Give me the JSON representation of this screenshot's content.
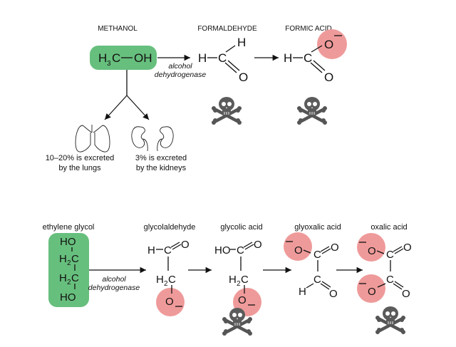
{
  "colors": {
    "green": "#67bf7d",
    "red": "#ef9a9a",
    "ink": "#111111"
  },
  "top": {
    "methanol": {
      "label": "METHANOL",
      "H": "H",
      "three": "3",
      "C": "C",
      "OH": "OH"
    },
    "formaldehyde": {
      "label": "FORMALDEHYDE",
      "H1": "H",
      "H2": "H",
      "C": "C",
      "O": "O"
    },
    "formic_acid": {
      "label": "FORMIC ACID",
      "H": "H",
      "C": "C",
      "O_minus": "O",
      "O": "O"
    },
    "enzyme": {
      "line1": "alcohol",
      "line2": "dehydrogenase"
    },
    "lungs_note": {
      "line1": "10–20% is excreted",
      "line2": "by the lungs"
    },
    "kidneys_note": {
      "line1": "3% is excreted",
      "line2": "by the kidneys"
    }
  },
  "bottom": {
    "ethylene_glycol": {
      "label": "ethylene glycol",
      "HO1": "HO",
      "H": "H",
      "two": "2",
      "C": "C",
      "HO2": "HO"
    },
    "glycolaldehyde": {
      "label": "glycolaldehyde",
      "H": "H",
      "C": "C",
      "O": "O",
      "H2C_H": "H",
      "two": "2",
      "H2C_C": "C",
      "O_minus": "O"
    },
    "glycolic_acid": {
      "label": "glycolic acid",
      "HO": "HO",
      "C": "C",
      "O": "O",
      "H2C_H": "H",
      "two": "2",
      "H2C_C": "C",
      "O_minus": "O"
    },
    "glyoxalic_acid": {
      "label": "glyoxalic acid",
      "O_minus": "O",
      "C": "C",
      "O": "O",
      "H": "H",
      "C2": "C",
      "O2": "O"
    },
    "oxalic_acid": {
      "label": "oxalic acid",
      "O_minus1": "O",
      "C1": "C",
      "O1": "O",
      "O_minus2": "O",
      "C2": "C",
      "O2": "O"
    },
    "enzyme": {
      "line1": "alcohol",
      "line2": "dehydrogenase"
    }
  },
  "icons": [
    "skull-crossbones-icon",
    "lungs-icon",
    "kidneys-icon"
  ]
}
